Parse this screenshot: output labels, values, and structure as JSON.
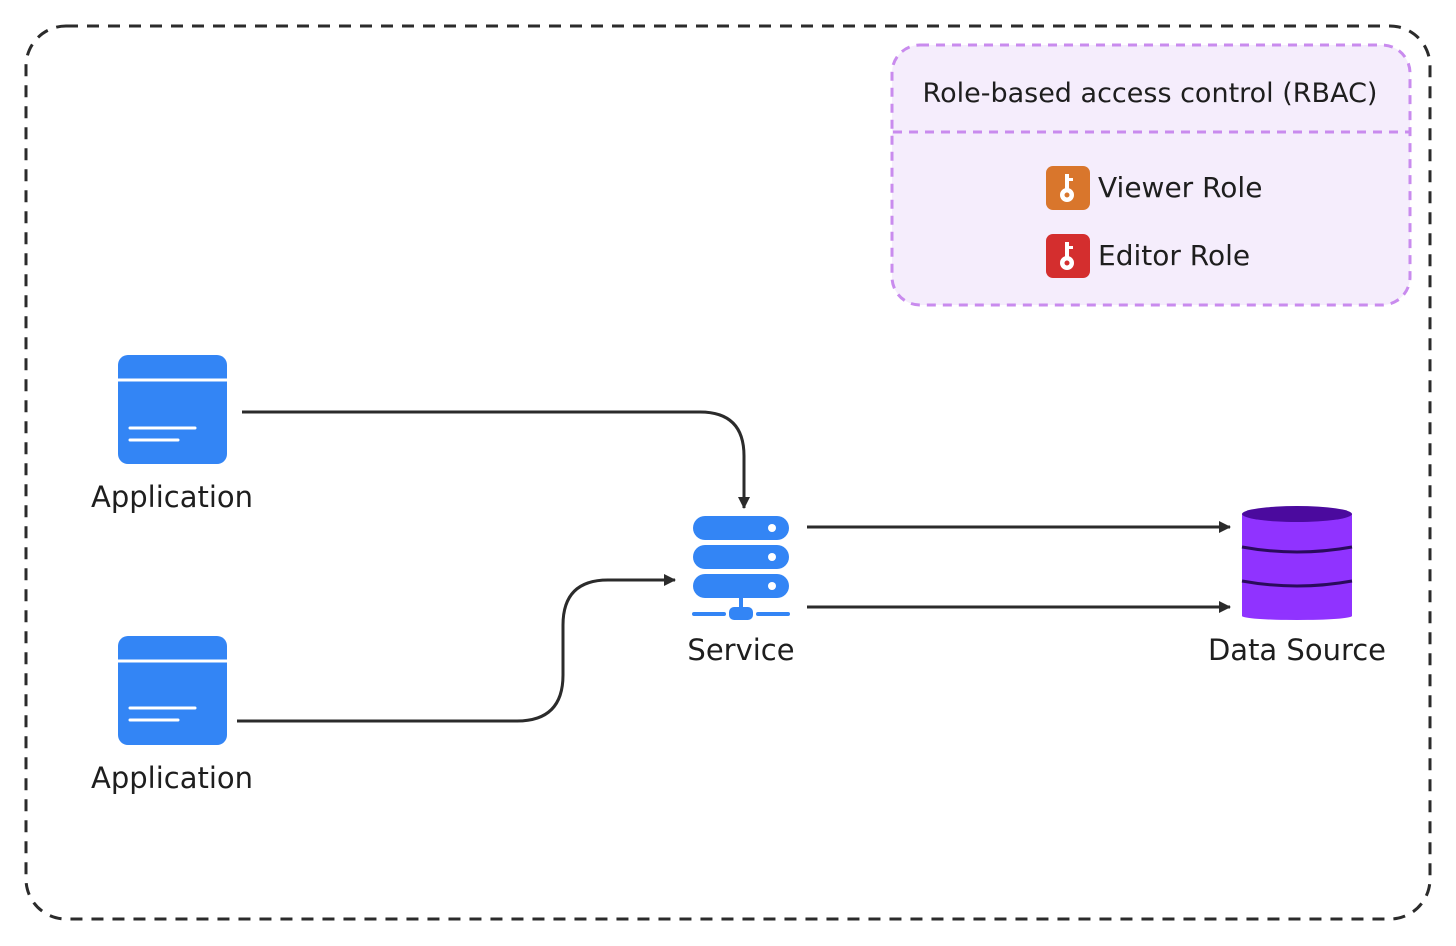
{
  "rbac": {
    "title": "Role-based access control (RBAC)",
    "roles": [
      {
        "label": "Viewer Role",
        "icon": "key-icon",
        "color": "#D9762C"
      },
      {
        "label": "Editor Role",
        "icon": "key-icon",
        "color": "#D42E2E"
      }
    ]
  },
  "nodes": {
    "application_top": {
      "label": "Application",
      "icon": "application-window-icon",
      "color": "#3385F5"
    },
    "application_bottom": {
      "label": "Application",
      "icon": "application-window-icon",
      "color": "#3385F5"
    },
    "service": {
      "label": "Service",
      "icon": "server-icon",
      "color": "#3385F5"
    },
    "data_source": {
      "label": "Data Source",
      "icon": "database-icon",
      "color": "#9033FF"
    }
  },
  "connections": [
    {
      "from": "Application",
      "to": "Service"
    },
    {
      "from": "Application",
      "to": "Service"
    },
    {
      "from": "Service",
      "to": "Data Source"
    },
    {
      "from": "Service",
      "to": "Data Source"
    }
  ],
  "colors": {
    "boundary": "#2b2b2b",
    "rbac_border": "#C98BEE",
    "rbac_fill": "#F5EDFC",
    "arrow": "#2b2b2b"
  }
}
